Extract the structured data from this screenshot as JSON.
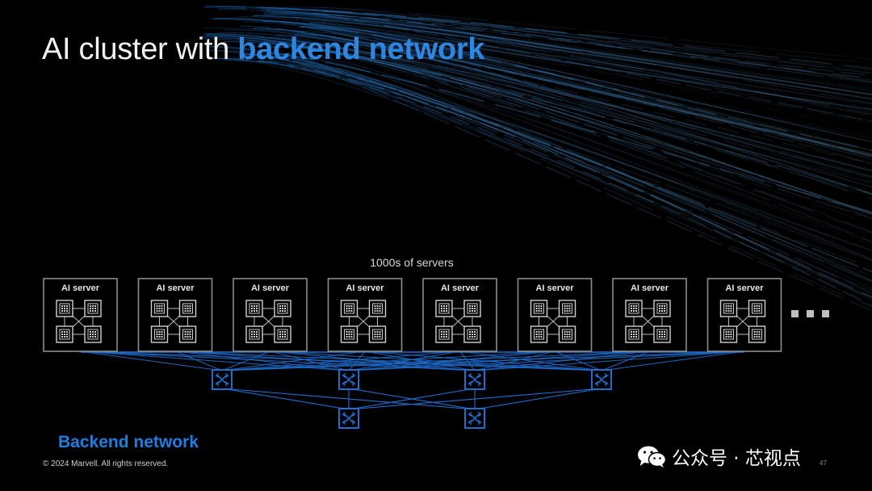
{
  "slide": {
    "title_plain": "AI cluster with ",
    "title_highlight": "backend network",
    "caption": "1000s of servers",
    "footer_title": "Backend network",
    "copyright": "© 2024 Marvell. All rights reserved.",
    "page_number": "47"
  },
  "servers": [
    {
      "label": "AI server"
    },
    {
      "label": "AI server"
    },
    {
      "label": "AI server"
    },
    {
      "label": "AI server"
    },
    {
      "label": "AI server"
    },
    {
      "label": "AI server"
    },
    {
      "label": "AI server"
    },
    {
      "label": "AI server"
    }
  ],
  "ellipsis": "▪▪▪",
  "watermark": {
    "text": "公众号 · 芯视点",
    "icon": "wechat-icon"
  },
  "colors": {
    "accent": "#2e86de",
    "network_blue": "#1f6fd0",
    "server_border": "#8c8c8c",
    "background": "#000000"
  }
}
